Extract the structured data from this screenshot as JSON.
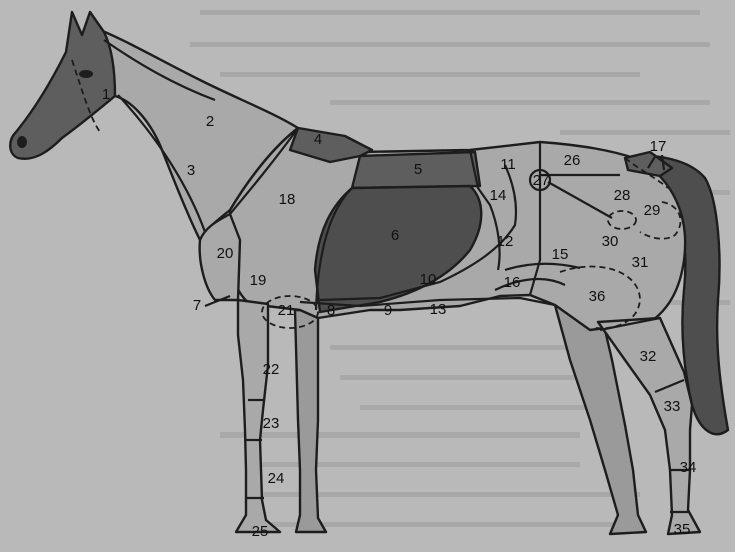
{
  "diagram": {
    "region_labels": [
      "1",
      "2",
      "3",
      "4",
      "5",
      "6",
      "7",
      "8",
      "9",
      "10",
      "11",
      "12",
      "13",
      "14",
      "15",
      "16",
      "17",
      "18",
      "19",
      "20",
      "21",
      "22",
      "23",
      "24",
      "25",
      "26",
      "27",
      "28",
      "29",
      "30",
      "31",
      "32",
      "33",
      "34",
      "35",
      "36"
    ]
  },
  "colors": {
    "background": "#b9b9b9",
    "coat_light": "#a9a9a9",
    "coat_dark": "#5e5e5e",
    "outline": "#1d1d1d"
  }
}
